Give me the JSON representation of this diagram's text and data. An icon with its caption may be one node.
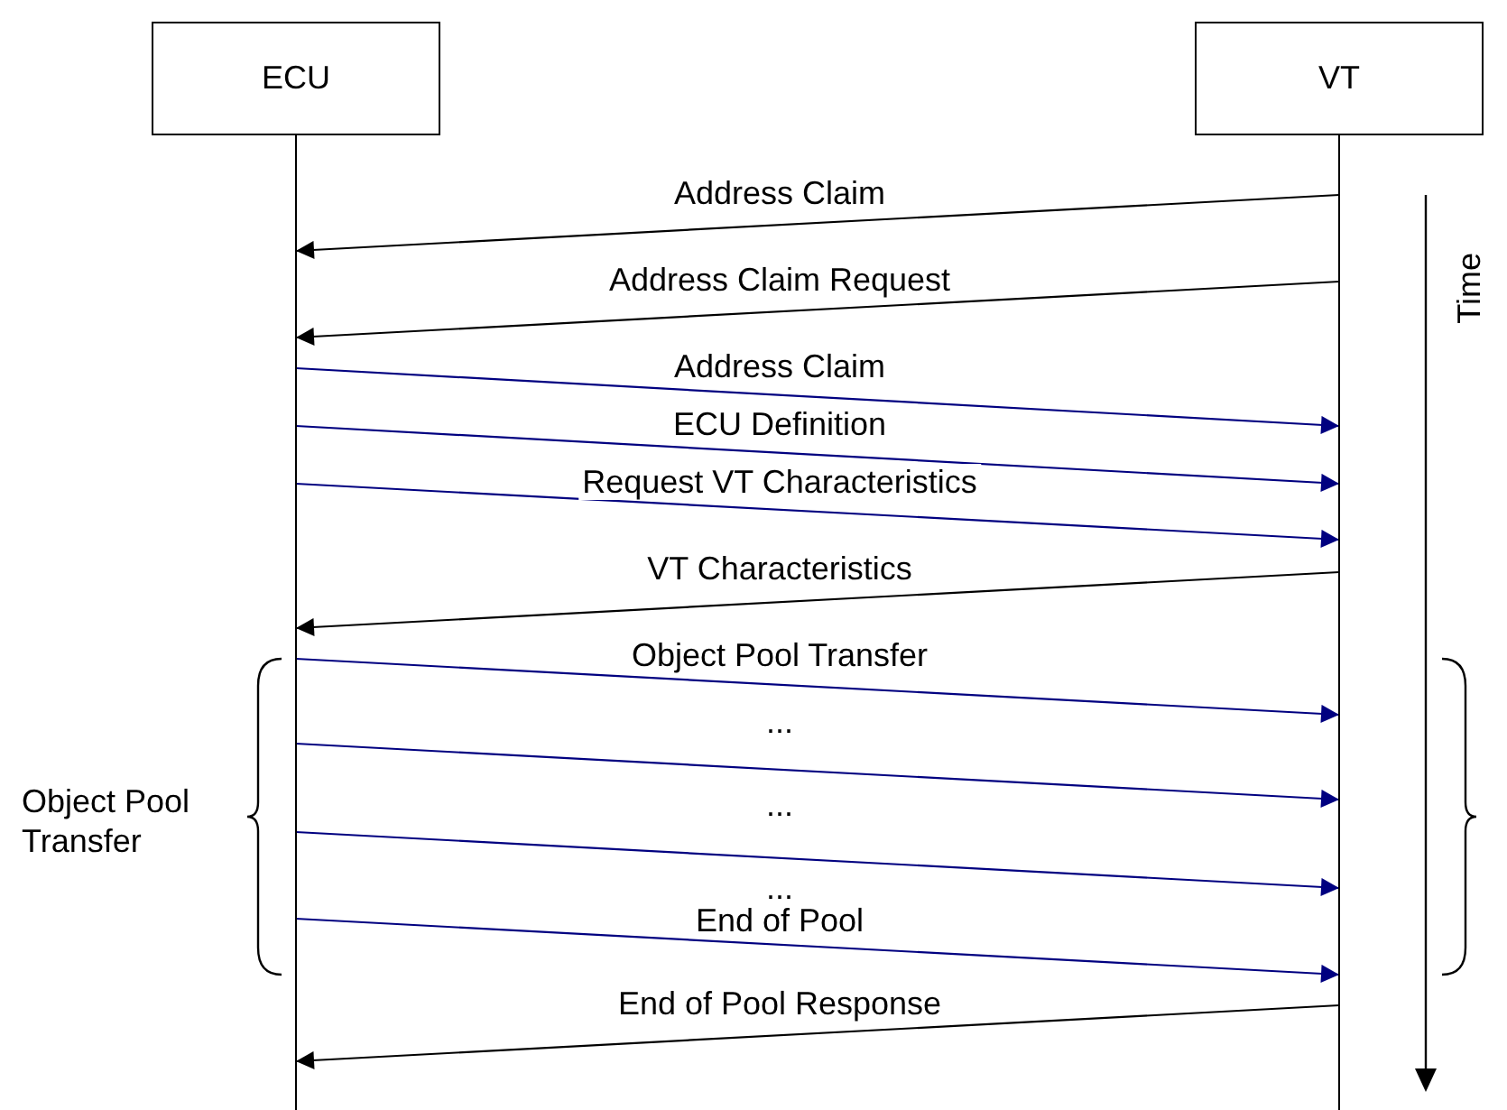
{
  "diagram": {
    "nodes": [
      {
        "text": [
          "ECU"
        ]
      },
      {
        "text": [
          "VT"
        ]
      }
    ],
    "edges": [
      {
        "from": 1,
        "to": 0,
        "arrow": "to",
        "label": "Address Claim",
        "color": "#000000"
      },
      {
        "from": 1,
        "to": 0,
        "arrow": "to",
        "label": "Address Claim Request",
        "color": "#000000"
      },
      {
        "from": 0,
        "to": 1,
        "arrow": "to",
        "label": "Address Claim"
      },
      {
        "from": 0,
        "to": 1,
        "arrow": "to",
        "label": "ECU Definition"
      },
      {
        "from": 0,
        "to": 1,
        "arrow": "to",
        "label": "Request VT Characteristics"
      },
      {
        "from": 1,
        "to": 0,
        "arrow": "to",
        "label": "VT Characteristics",
        "color": "#000000"
      },
      {
        "from": 0,
        "to": 1,
        "arrow": "to",
        "label": "Object Pool Transfer"
      },
      {
        "from": 0,
        "to": 1,
        "arrow": "to",
        "label": "..."
      },
      {
        "from": 0,
        "to": 1,
        "arrow": "to",
        "label": "..."
      },
      {
        "from": 0,
        "to": 1,
        "arrow": "to",
        "label": "End of Pool"
      },
      {
        "from": 1,
        "to": 0,
        "arrow": "to",
        "label": "End of Pool Response",
        "color": "#000000"
      }
    ],
    "labels": [
      "Time",
      "Object Pool Transfer",
      "..."
    ]
  }
}
